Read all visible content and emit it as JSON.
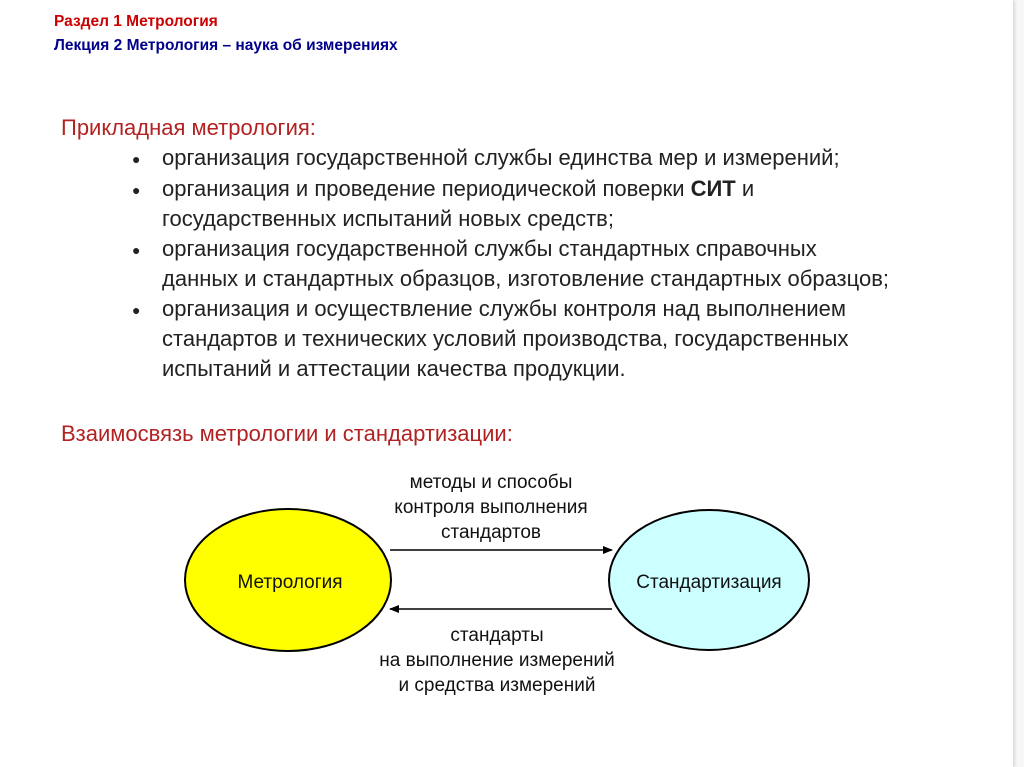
{
  "header": {
    "section": "Раздел 1  Метрология",
    "lecture": "Лекция 2  Метрология – наука об измерениях"
  },
  "applied": {
    "title": "Прикладная метрология:",
    "bullets": [
      {
        "lines": [
          "организация государственной службы единства мер и измерений;"
        ]
      },
      {
        "line1_a": "организация и проведение периодической поверки ",
        "line1_bold": "СИТ",
        "line1_b": " и",
        "line2": "государственных испытаний новых средств;"
      },
      {
        "lines": [
          "организация государственной службы стандартных справочных",
          "данных и стандартных образцов, изготовление стандартных образцов;"
        ]
      },
      {
        "lines": [
          "организация и осуществление службы контроля над выполнением",
          "стандартов и технических условий производства, государственных",
          "испытаний и аттестации качества продукции."
        ]
      }
    ]
  },
  "relation": {
    "title": "Взаимосвязь метрологии и стандартизации:",
    "left_node": "Метрология",
    "right_node": "Стандартизация",
    "top_label": [
      "методы и способы",
      "контроля выполнения",
      "стандартов"
    ],
    "bottom_label": [
      "стандарты",
      "на выполнение измерений",
      "и средства измерений"
    ],
    "colors": {
      "left_fill": "#ffff00",
      "right_fill": "#ccffff",
      "stroke": "#000000"
    }
  }
}
